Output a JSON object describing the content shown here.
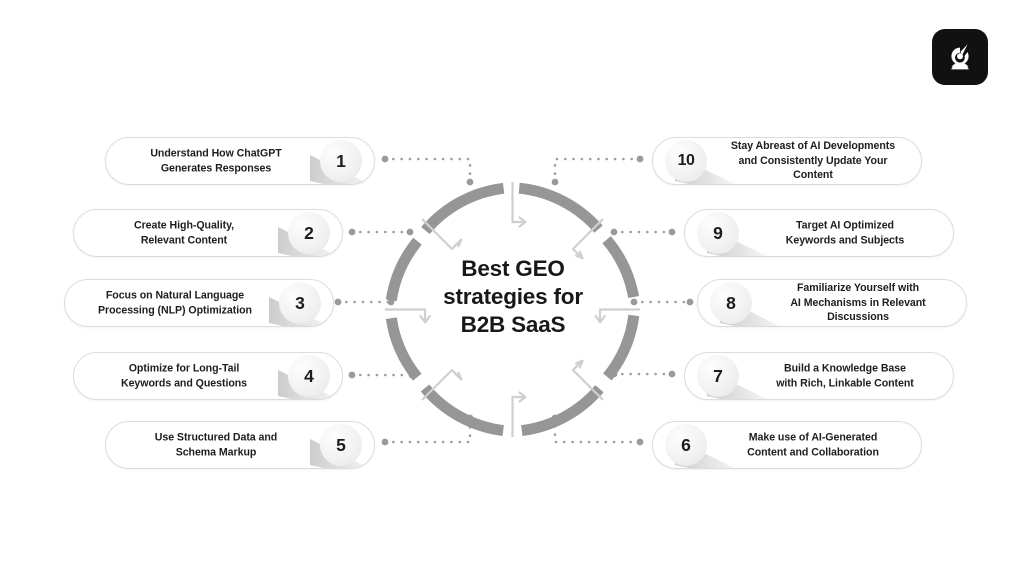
{
  "page": {
    "background_color": "#ffffff",
    "ring_color": "#969696",
    "text_color": "#1c1d1f",
    "badge_fill": "#f1f1f1",
    "dot_color": "#9a9a9a",
    "card_border": "#dcdcdc"
  },
  "logo": {
    "name": "brand-logo",
    "background_color": "#111111",
    "mark_color": "#ffffff"
  },
  "center": {
    "title_line_1": "Best GEO",
    "title_line_2": "strategies for",
    "title_line_3": "B2B SaaS"
  },
  "cards": [
    {
      "number": "1",
      "side": "left",
      "lines": [
        "Understand How ChatGPT",
        "Generates Responses"
      ]
    },
    {
      "number": "2",
      "side": "left",
      "lines": [
        "Create High-Quality,",
        "Relevant Content"
      ]
    },
    {
      "number": "3",
      "side": "left",
      "lines": [
        "Focus on Natural Language",
        "Processing (NLP) Optimization"
      ]
    },
    {
      "number": "4",
      "side": "left",
      "lines": [
        "Optimize for Long-Tail",
        "Keywords and Questions"
      ]
    },
    {
      "number": "5",
      "side": "left",
      "lines": [
        "Use Structured Data and",
        "Schema Markup"
      ]
    },
    {
      "number": "6",
      "side": "right",
      "lines": [
        "Make use of  AI-Generated",
        "Content and Collaboration"
      ]
    },
    {
      "number": "7",
      "side": "right",
      "lines": [
        "Build a Knowledge Base",
        "with Rich, Linkable Content"
      ]
    },
    {
      "number": "8",
      "side": "right",
      "lines": [
        "Familiarize Yourself with",
        "AI Mechanisms in Relevant",
        "Discussions"
      ]
    },
    {
      "number": "9",
      "side": "right",
      "lines": [
        "Target AI Optimized",
        "Keywords and Subjects"
      ]
    },
    {
      "number": "10",
      "side": "right",
      "lines": [
        "Stay Abreast of AI Developments",
        "and Consistently Update Your",
        "Content"
      ]
    }
  ]
}
